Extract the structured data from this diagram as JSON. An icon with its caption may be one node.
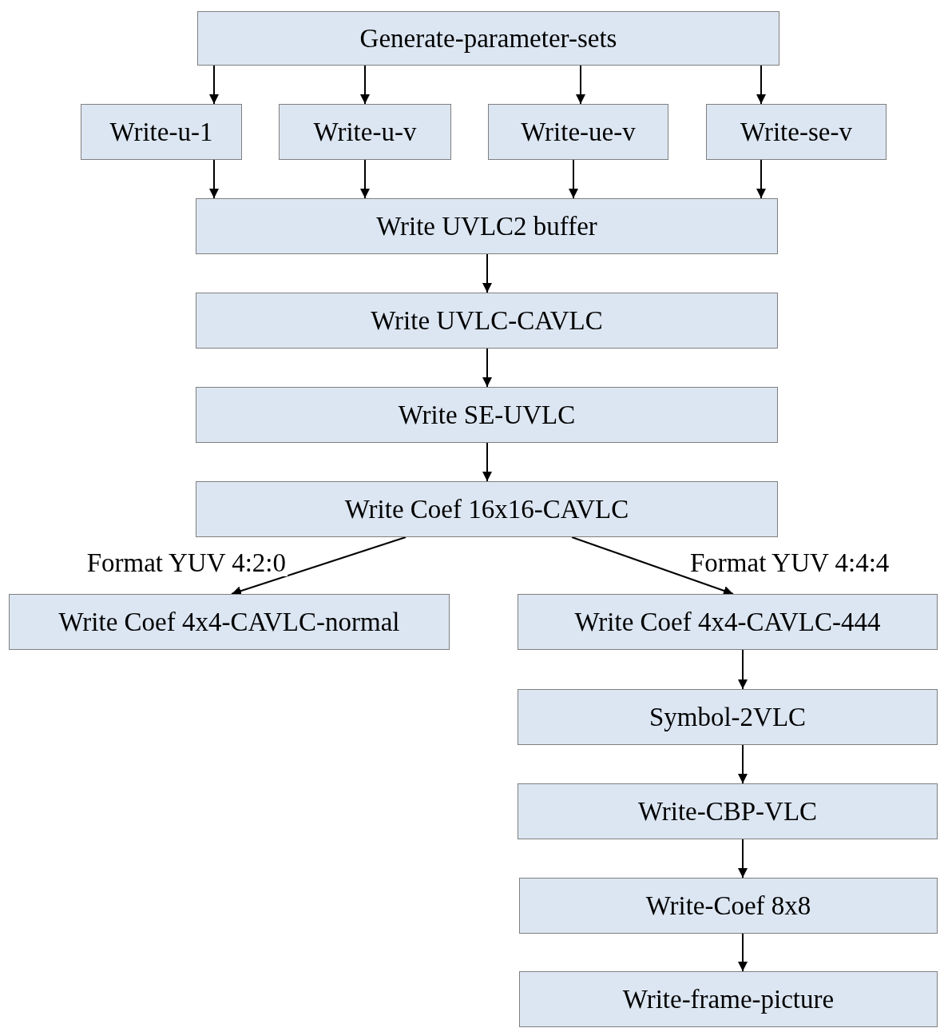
{
  "diagram": {
    "nodes": [
      {
        "text": [
          "Generate-parameter-sets"
        ]
      },
      {
        "text": [
          "Write-u-1"
        ]
      },
      {
        "text": [
          "Write-u-v"
        ]
      },
      {
        "text": [
          "Write-ue-v"
        ]
      },
      {
        "text": [
          "Write-se-v"
        ]
      },
      {
        "text": [
          "Write UVLC2 buffer"
        ]
      },
      {
        "text": [
          "Write UVLC-CAVLC"
        ]
      },
      {
        "text": [
          "Write SE-UVLC"
        ]
      },
      {
        "text": [
          "Write Coef 16x16-CAVLC"
        ]
      },
      {
        "text": [
          "Write Coef 4x4-CAVLC-normal"
        ]
      },
      {
        "text": [
          "Write Coef 4x4-CAVLC-444"
        ]
      },
      {
        "text": [
          "Symbol-2VLC"
        ]
      },
      {
        "text": [
          "Write-CBP-VLC"
        ]
      },
      {
        "text": [
          "Write-Coef 8x8"
        ]
      },
      {
        "text": [
          "Write-frame-picture"
        ]
      }
    ],
    "edges": [
      {
        "from": 0,
        "to": 1,
        "arrow": "to"
      },
      {
        "from": 0,
        "to": 2,
        "arrow": "to"
      },
      {
        "from": 0,
        "to": 3,
        "arrow": "to"
      },
      {
        "from": 0,
        "to": 4,
        "arrow": "to"
      },
      {
        "from": 1,
        "to": 5,
        "arrow": "to"
      },
      {
        "from": 2,
        "to": 5,
        "arrow": "to"
      },
      {
        "from": 3,
        "to": 5,
        "arrow": "to"
      },
      {
        "from": 4,
        "to": 5,
        "arrow": "to"
      },
      {
        "from": 5,
        "to": 6,
        "arrow": "to"
      },
      {
        "from": 6,
        "to": 7,
        "arrow": "to"
      },
      {
        "from": 7,
        "to": 8,
        "arrow": "to"
      },
      {
        "from": 8,
        "to": 9,
        "arrow": "to",
        "label": "Format YUV 4:2:0"
      },
      {
        "from": 8,
        "to": 10,
        "arrow": "to",
        "label": "Format YUV 4:4:4"
      },
      {
        "from": 10,
        "to": 11,
        "arrow": "to"
      },
      {
        "from": 11,
        "to": 12,
        "arrow": "to"
      },
      {
        "from": 12,
        "to": 13,
        "arrow": "to"
      },
      {
        "from": 13,
        "to": 14,
        "arrow": "to"
      }
    ]
  }
}
